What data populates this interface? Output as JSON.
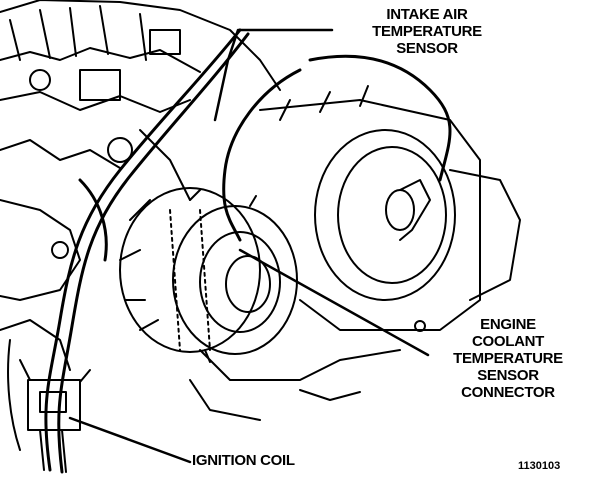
{
  "labels": {
    "intake_air_temperature_sensor": [
      "INTAKE AIR",
      "TEMPERATURE",
      "SENSOR"
    ],
    "engine_coolant_temperature_sensor_connector": [
      "ENGINE",
      "COOLANT",
      "TEMPERATURE",
      "SENSOR",
      "CONNECTOR"
    ],
    "ignition_coil": "IGNITION COIL"
  },
  "figure_id": "1130103",
  "colors": {
    "ink": "#000000",
    "paper": "#ffffff"
  }
}
